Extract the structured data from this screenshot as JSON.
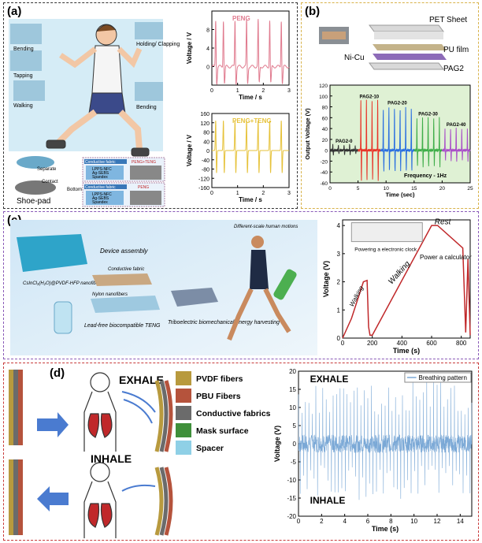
{
  "panels": {
    "a": {
      "label": "(a)",
      "motions": [
        "Bending",
        "Holding/\nClapping",
        "Tapping",
        "Walking",
        "Bending"
      ],
      "stack_labels": {
        "sep": "Separate",
        "contact": "Contact",
        "bottom": "Bottom",
        "shoe": "Shoe-pad"
      },
      "stack_top": {
        "fabric": "Conductive fabric",
        "layers": [
          "LPPS-NFC",
          "Ag-SEBS",
          "Spandex"
        ],
        "device": "PENG+TENG"
      },
      "stack_bottom": {
        "fabric": "Conductive fabric",
        "layers": [
          "LPPS-NFC",
          "Ag-SEBS",
          "Spandex"
        ],
        "device": "PENG"
      }
    },
    "b": {
      "label": "(b)",
      "layers": {
        "pet": "PET Sheet",
        "nicu": "Ni-Cu",
        "pu": "PU film",
        "pag": "PAG2"
      }
    },
    "c": {
      "label": "(c)",
      "texts": {
        "nanofibers": "CsInCl₃(H₂O)@PVDF-HFP\nnanofibers",
        "assembly": "Device assembly",
        "conductive": "Conductive fabric",
        "nylon": "Nylon nanofibers",
        "lead_free": "Lead-free biocompatible\nTENG",
        "tribo": "Triboelectric biomechanical\nenergy harvesting",
        "scale": "Different-scale human motions"
      }
    },
    "d": {
      "label": "(d)",
      "exhale": "EXHALE",
      "inhale": "INHALE",
      "legend": [
        {
          "label": "PVDF fibers",
          "color": "#b89a3e"
        },
        {
          "label": "PBU Fibers",
          "color": "#b5533c"
        },
        {
          "label": "Conductive fabrics",
          "color": "#6b6b6b"
        },
        {
          "label": "Mask surface",
          "color": "#3f8f3a"
        },
        {
          "label": "Spacer",
          "color": "#8fd0e6"
        }
      ]
    }
  },
  "chart_data": [
    {
      "id": "peng",
      "type": "line",
      "series": [
        {
          "name": "PENG",
          "color": "#e07a8e"
        }
      ],
      "xlabel": "Time / s",
      "ylabel": "Voltage / V",
      "xlim": [
        0,
        3
      ],
      "ylim": [
        -4,
        12
      ],
      "xticks": [
        0,
        1,
        2,
        3
      ],
      "yticks": [
        0,
        4,
        8
      ],
      "peaks_x": [
        0.15,
        0.45,
        0.9,
        1.35,
        1.8,
        2.25,
        2.7
      ],
      "peak_y": 10.5
    },
    {
      "id": "peng_teng",
      "type": "line",
      "series": [
        {
          "name": "PENG+TENG",
          "color": "#e6c23a"
        }
      ],
      "xlabel": "Time / s",
      "ylabel": "Voltage / V",
      "xlim": [
        0,
        3
      ],
      "ylim": [
        -160,
        160
      ],
      "xticks": [
        0,
        1,
        2,
        3
      ],
      "yticks": [
        -160,
        -120,
        -80,
        -40,
        0,
        40,
        80,
        120,
        160
      ],
      "peaks_x": [
        0.15,
        0.45,
        0.9,
        1.35,
        1.8,
        2.25,
        2.7
      ],
      "peak_y": 140,
      "trough_y": -110
    },
    {
      "id": "pag_output",
      "type": "line",
      "xlabel": "Time (sec)",
      "ylabel": "Output Voltage (V)",
      "xlim": [
        0,
        25
      ],
      "ylim": [
        -60,
        120
      ],
      "xticks": [
        0,
        5,
        10,
        15,
        20,
        25
      ],
      "yticks": [
        -60,
        -40,
        -20,
        0,
        20,
        40,
        60,
        80,
        100,
        120
      ],
      "annotation": "Frequency - 1Hz",
      "series": [
        {
          "name": "PAG2-0",
          "color": "#333333",
          "x_range": [
            0,
            5
          ],
          "peak": 10,
          "trough": -8
        },
        {
          "name": "PAG2-10",
          "color": "#e8362a",
          "x_range": [
            5,
            9
          ],
          "peak": 92,
          "trough": -55
        },
        {
          "name": "PAG2-20",
          "color": "#2a6fe0",
          "x_range": [
            9,
            15
          ],
          "peak": 80,
          "trough": -40
        },
        {
          "name": "PAG2-30",
          "color": "#3fae49",
          "x_range": [
            15,
            20
          ],
          "peak": 60,
          "trough": -30
        },
        {
          "name": "PAG2-40",
          "color": "#a94fc8",
          "x_range": [
            20,
            25
          ],
          "peak": 40,
          "trough": -20
        }
      ]
    },
    {
      "id": "charging",
      "type": "line",
      "xlabel": "Time (s)",
      "ylabel": "Voltage (V)",
      "xlim": [
        0,
        860
      ],
      "ylim": [
        0,
        4.2
      ],
      "xticks": [
        0,
        200,
        400,
        600,
        800
      ],
      "yticks": [
        0,
        1,
        2,
        3,
        4
      ],
      "x": [
        0,
        60,
        140,
        165,
        175,
        185,
        200,
        600,
        640,
        810,
        830,
        845,
        860
      ],
      "y": [
        0,
        0.7,
        2.0,
        2.05,
        0.4,
        0.1,
        0.1,
        4.0,
        4.0,
        3.2,
        0.2,
        2.8,
        0.1
      ],
      "annotations": [
        "Walking",
        "Walking",
        "Rest",
        "Power a calculator",
        "Powering a electronic clock"
      ],
      "color": "#c0282a"
    },
    {
      "id": "breathing",
      "type": "line",
      "series": [
        {
          "name": "Breathing pattern",
          "color": "#7aa8d6"
        }
      ],
      "xlabel": "Time (s)",
      "ylabel": "Voltage (V)",
      "xlim": [
        0,
        15
      ],
      "ylim": [
        -20,
        20
      ],
      "xticks": [
        0,
        2,
        4,
        6,
        8,
        10,
        12,
        14
      ],
      "yticks": [
        -20,
        -15,
        -10,
        -5,
        0,
        5,
        10,
        15,
        20
      ],
      "exhale": "EXHALE",
      "inhale": "INHALE"
    }
  ]
}
